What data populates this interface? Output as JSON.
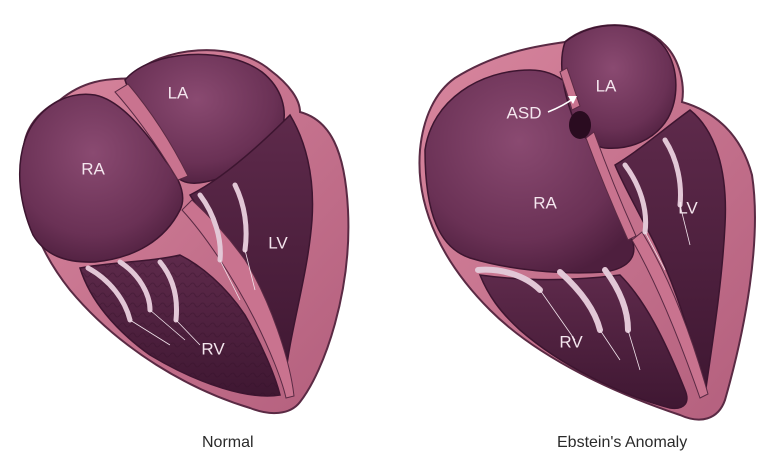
{
  "normal_heart": {
    "caption": "Normal",
    "labels": {
      "la": "LA",
      "ra": "RA",
      "lv": "LV",
      "rv": "RV"
    }
  },
  "ebstein_heart": {
    "caption": "Ebstein's Anomaly",
    "labels": {
      "la": "LA",
      "ra": "RA",
      "lv": "LV",
      "rv": "RV",
      "asd": "ASD"
    }
  },
  "colors": {
    "wall": "#c9738f",
    "wall_dark": "#9e4d6a",
    "chamber": "#6e3357",
    "chamber_dark": "#4e1f3e",
    "valve": "#e2c7d6",
    "outline": "#5a2a44"
  }
}
